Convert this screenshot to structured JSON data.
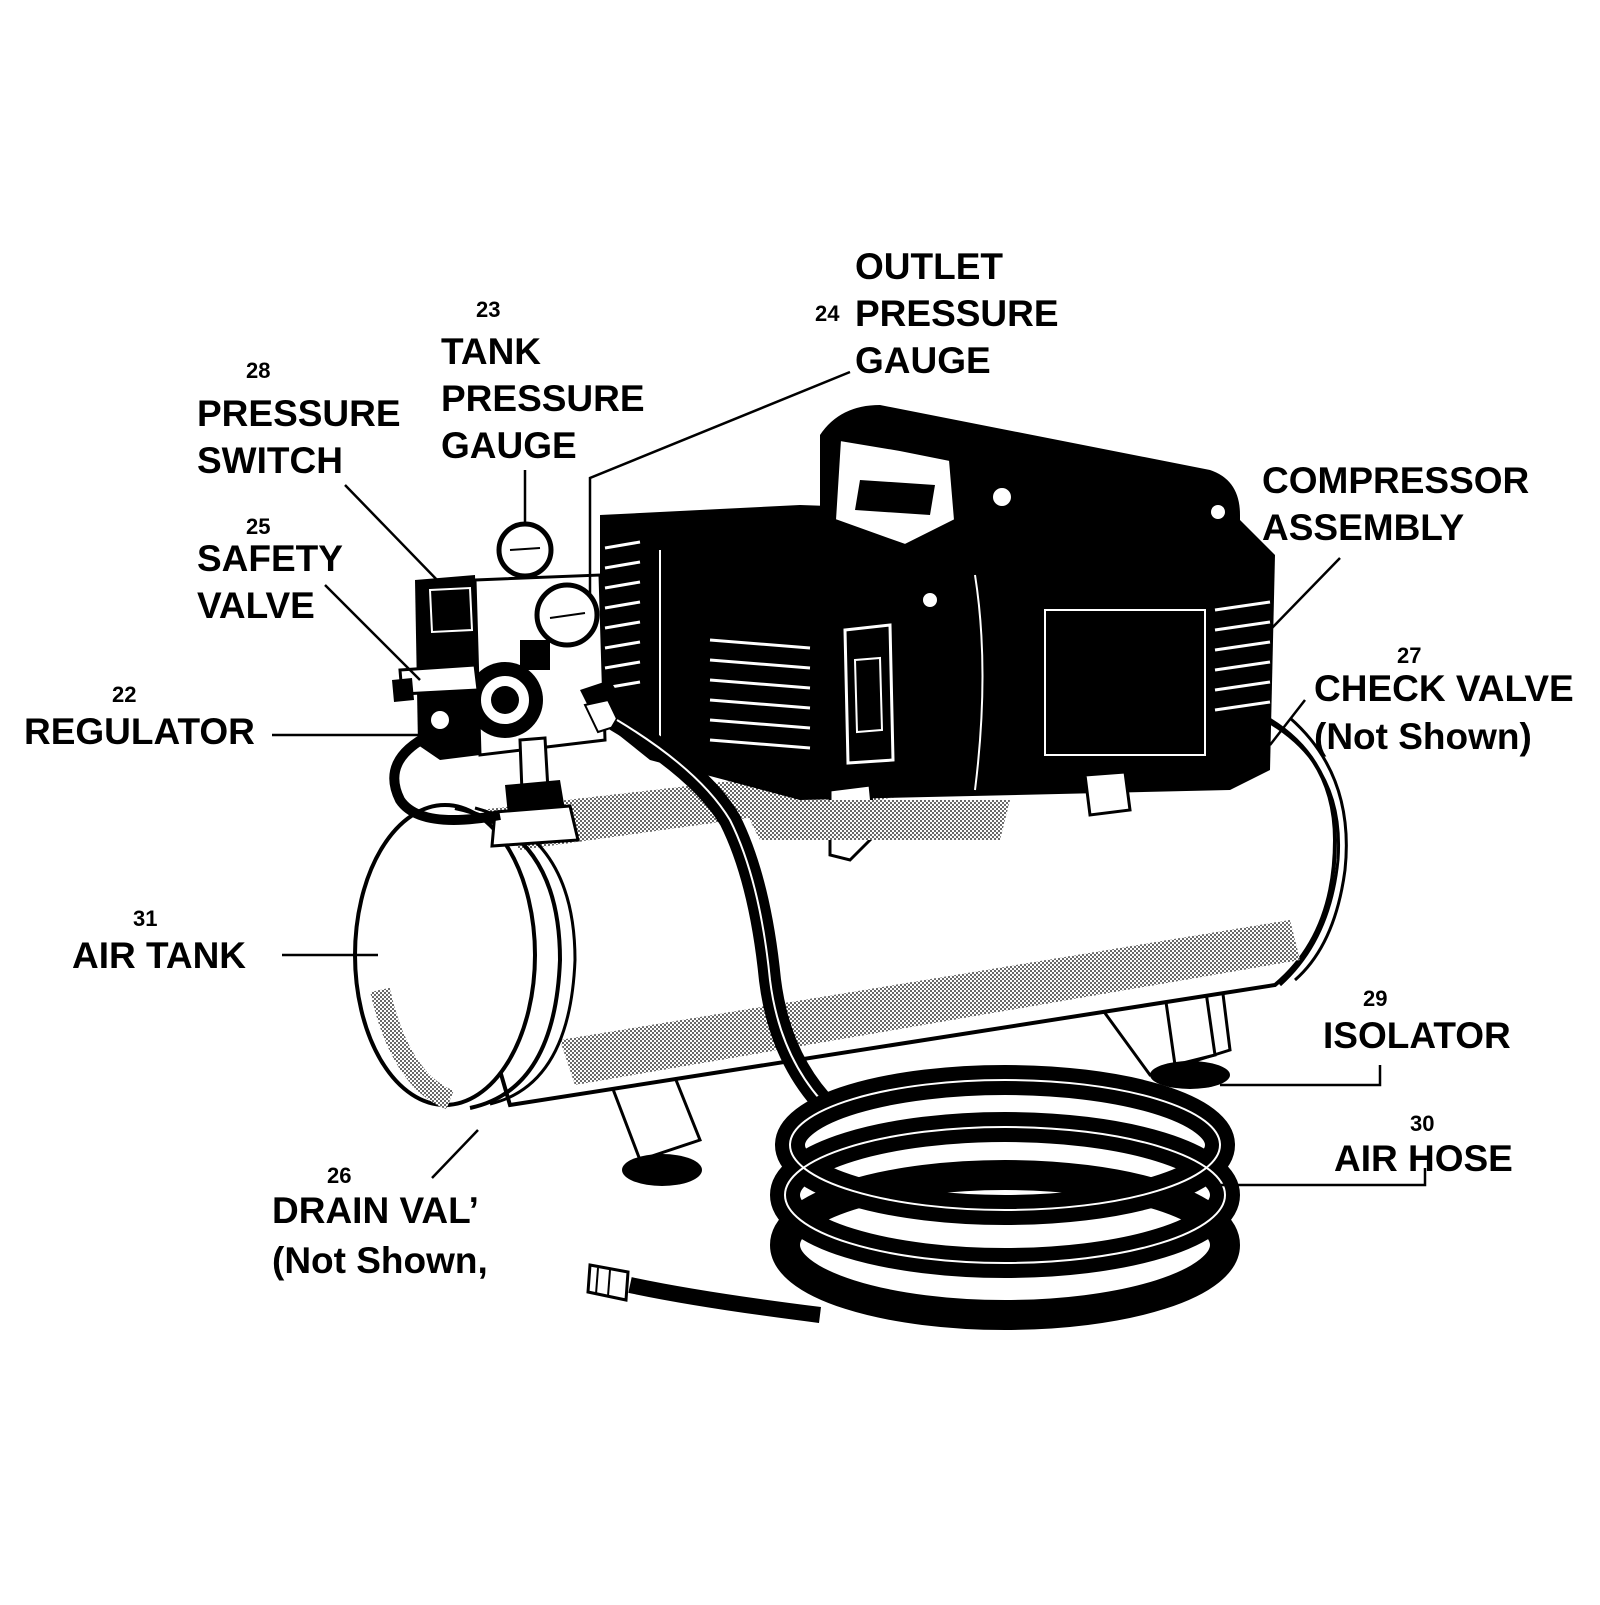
{
  "diagram": {
    "colors": {
      "ink": "#000000",
      "paper": "#ffffff",
      "shade": "#9a9a9a"
    },
    "labels": [
      {
        "id": "outlet-pressure-gauge",
        "number": "24",
        "lines": [
          "OUTLET",
          "PRESSURE",
          "GAUGE"
        ]
      },
      {
        "id": "tank-pressure-gauge",
        "number": "23",
        "lines": [
          "TANK",
          "PRESSURE",
          "GAUGE"
        ]
      },
      {
        "id": "pressure-switch",
        "number": "28",
        "lines": [
          "PRESSURE",
          "SWITCH"
        ]
      },
      {
        "id": "safety-valve",
        "number": "25",
        "lines": [
          "SAFETY",
          "VALVE"
        ]
      },
      {
        "id": "regulator",
        "number": "22",
        "lines": [
          "REGULATOR"
        ]
      },
      {
        "id": "compressor-assembly",
        "number": "",
        "lines": [
          "COMPRESSOR",
          "ASSEMBLY"
        ]
      },
      {
        "id": "check-valve",
        "number": "27",
        "lines": [
          "CHECK VALVE",
          "(Not Shown)"
        ]
      },
      {
        "id": "air-tank",
        "number": "31",
        "lines": [
          "AIR TANK"
        ]
      },
      {
        "id": "isolator",
        "number": "29",
        "lines": [
          "ISOLATOR"
        ]
      },
      {
        "id": "air-hose",
        "number": "30",
        "lines": [
          "AIR HOSE"
        ]
      },
      {
        "id": "drain-valve",
        "number": "26",
        "lines": [
          "DRAIN VAL’",
          "(Not Shown,"
        ]
      }
    ]
  }
}
